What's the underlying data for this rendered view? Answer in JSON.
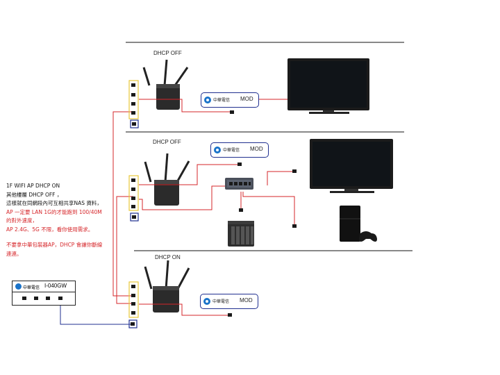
{
  "routers": {
    "top": {
      "label": "DHCP OFF"
    },
    "middle": {
      "label": "DHCP OFF"
    },
    "bottom": {
      "label": "DHCP ON"
    }
  },
  "mod_boxes": [
    {
      "brand": "中華電信",
      "label": "MOD"
    },
    {
      "brand": "中華電信",
      "label": "MOD"
    },
    {
      "brand": "中華電信",
      "label": "MOD"
    }
  ],
  "modem": {
    "brand": "中華電信",
    "model": "I-040GW"
  },
  "notes": {
    "line1": "1F WIFI AP  DHCP ON",
    "line2": "其他樓層 DHCP OFF ，",
    "line3": "這樣就在同網段內可互相共享NAS 資料，",
    "line4": "AP 一定要 LAN 1G的才能跑到 100/40M",
    "line5": "的對外速度，",
    "line6": "AP 2.4G、5G 不限，看你使用需求。",
    "line7": "不要拿中華包裝器AP，DHCP 會讓你斷線",
    "line8": "連連。"
  },
  "colors": {
    "cable_red": "#d6262a",
    "cable_blue": "#1f2f8f",
    "port_highlight": "#e8c83a",
    "wan_box": "#1f2f8f"
  },
  "icons": [
    "router-icon",
    "tv-icon",
    "switch-icon",
    "nas-icon",
    "ps4-icon",
    "lan-port-icon"
  ]
}
